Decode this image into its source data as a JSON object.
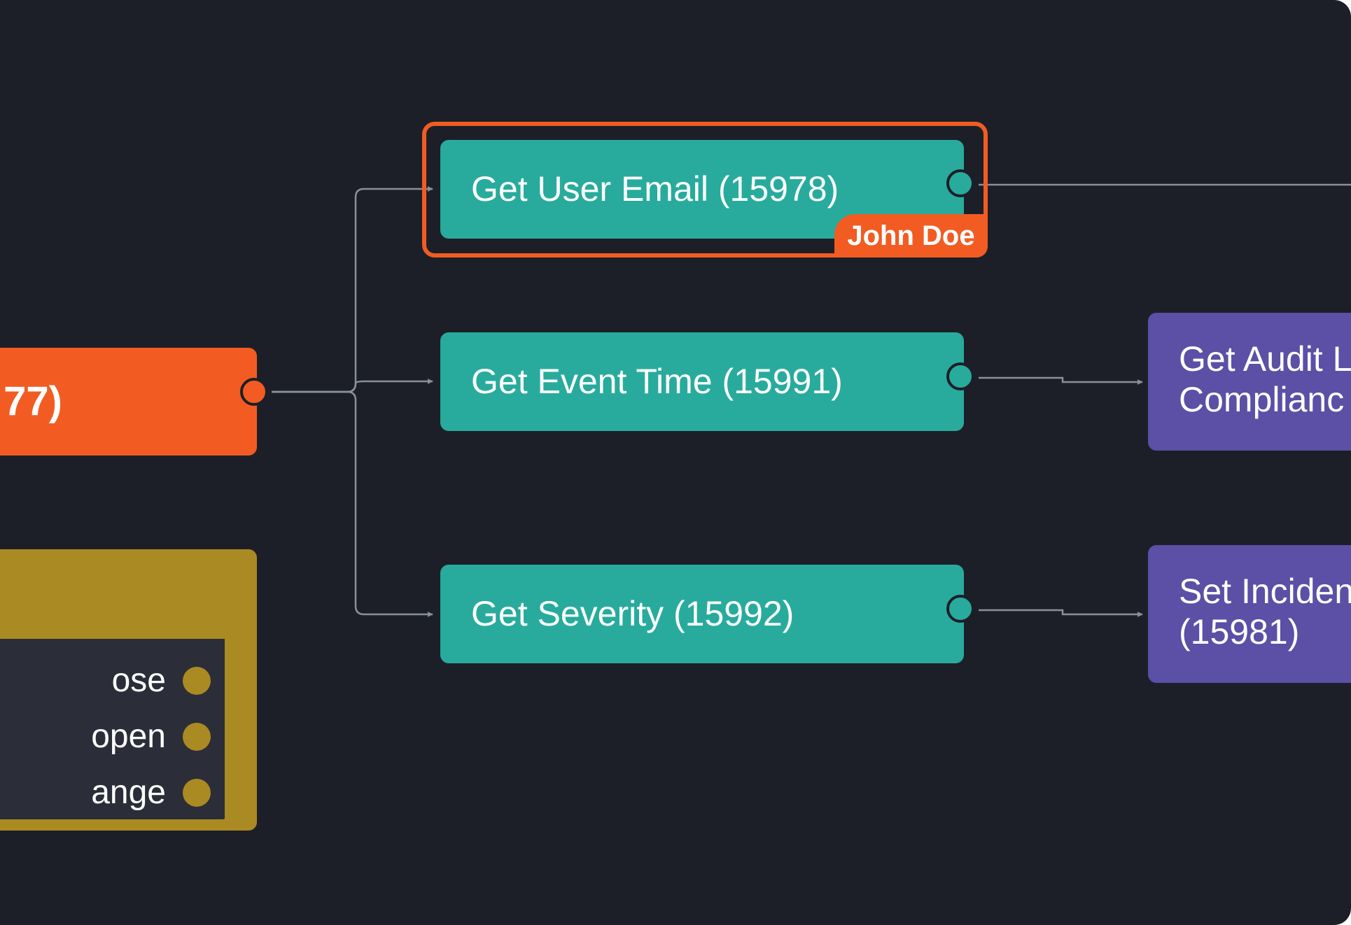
{
  "canvas": {
    "background": "#1c1f28"
  },
  "colors": {
    "teal": "#28ab9d",
    "purple": "#5b4fa6",
    "orange": "#f25c22",
    "gold": "#aa8a22",
    "edge": "#8a8f99"
  },
  "nodes": {
    "trigger": {
      "label": "77)"
    },
    "get_user_email": {
      "label": "Get User Email (15978)"
    },
    "get_event_time": {
      "label": "Get Event Time (15991)"
    },
    "get_severity": {
      "label": "Get Severity (15992)"
    },
    "get_audit": {
      "label": "Get Audit L\nComplianc"
    },
    "set_incident": {
      "label": "Set Inciden\n(15981)"
    },
    "condition": {
      "branches": [
        {
          "label": "ose"
        },
        {
          "label": "open"
        },
        {
          "label": "ange"
        }
      ]
    }
  },
  "selection": {
    "user": "John Doe"
  }
}
